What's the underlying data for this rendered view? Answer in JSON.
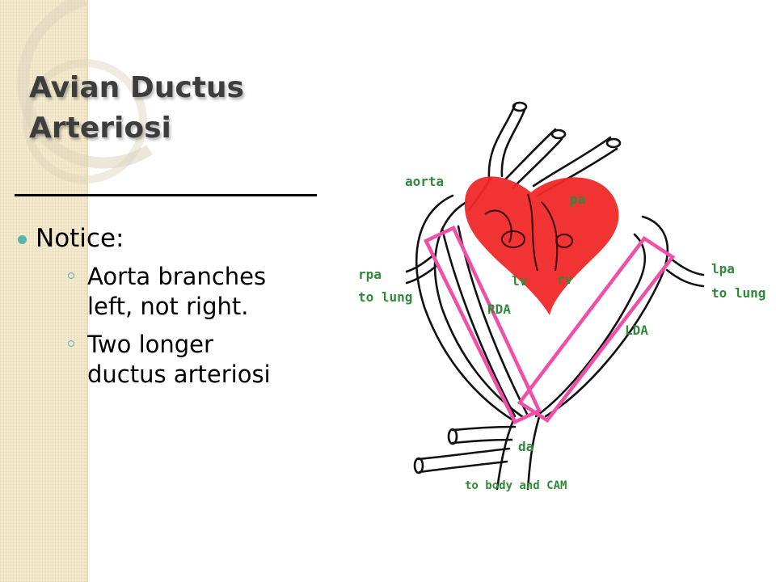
{
  "slide": {
    "title_line1": "Avian Ductus",
    "title_line2": "Arteriosi",
    "bullets": [
      {
        "text": "Notice:",
        "sub": [
          "Aorta branches left, not right.",
          "Two longer ductus arteriosi"
        ]
      }
    ]
  },
  "diagram": {
    "labels": {
      "aorta": "aorta",
      "pa": "pa",
      "rpa": "rpa",
      "rpa_sub": "to lung",
      "lpa": "lpa",
      "lpa_sub": "to lung",
      "lv": "lv",
      "rv": "rv",
      "rda": "RDA",
      "lda": "LDA",
      "da": "da",
      "bottom": "to body and CAM"
    },
    "colors": {
      "heart": "#f02828",
      "highlight": "#f04fa8",
      "label": "#2f8a3a"
    }
  }
}
